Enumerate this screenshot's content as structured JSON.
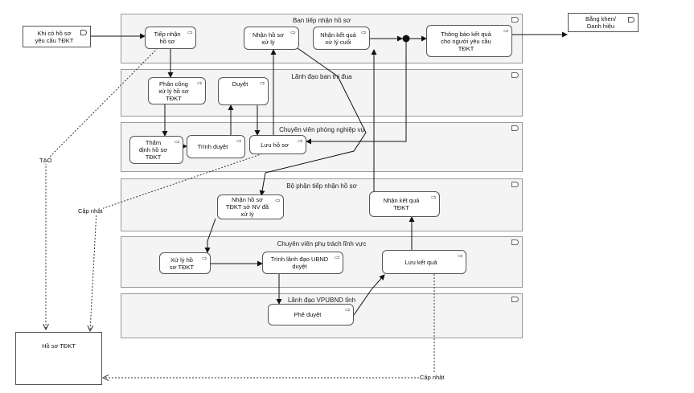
{
  "lanes": [
    {
      "id": "l1",
      "title": "Ban tiếp nhận hồ sơ"
    },
    {
      "id": "l2",
      "title": "Lãnh đạo ban thi đua"
    },
    {
      "id": "l3",
      "title": "Chuyên viên phòng nghiệp vụ"
    },
    {
      "id": "l4",
      "title": "Bộ phận tiếp nhận hồ sơ"
    },
    {
      "id": "l5",
      "title": "Chuyên viên phụ trách lĩnh vực"
    },
    {
      "id": "l6",
      "title": "Lãnh đạo VPUBND tỉnh"
    }
  ],
  "events": {
    "start": "Khi có hồ sơ\nyêu cầu TĐKT",
    "end": "Bằng khen/\nDanh hiệu"
  },
  "tasks": {
    "tiep_nhan": "Tiếp nhận\nhồ sơ",
    "nhan_ho_so_xu_ly": "Nhận hồ sơ\nxử lý",
    "nhan_ket_qua_cuoi": "Nhận kết quả\nxử lý cuối",
    "thong_bao": "Thông báo kết quả\ncho người yêu cầu\nTĐKT",
    "phan_cong": "Phân công\nxử lý hồ sơ\nTĐKT",
    "duyet": "Duyệt",
    "tham_dinh": "Thẩm\nđịnh hồ sơ\nTĐKT",
    "trinh_duyet": "Trình duyệt",
    "luu_ho_so": "Lưu hồ sơ",
    "nhan_ho_so_nv": "Nhận hồ sơ\nTĐKT sở NV đã\nxử lý",
    "nhan_ket_qua_tdkt": "Nhận kết quả\nTĐKT",
    "xu_ly_ho_so": "Xử lý hồ\nsơ TĐKT",
    "trinh_lanh_dao": "Trình lãnh đạo UBND\nduyệt",
    "luu_ket_qua": "Lưu kết quả",
    "phe_duyet": "Phê duyệt"
  },
  "datastore": "Hồ sơ TĐKT",
  "labels": {
    "tao": "TẠO",
    "cap_nhat_left": "Cập nhật",
    "cap_nhat_bottom": "Cập nhật"
  }
}
